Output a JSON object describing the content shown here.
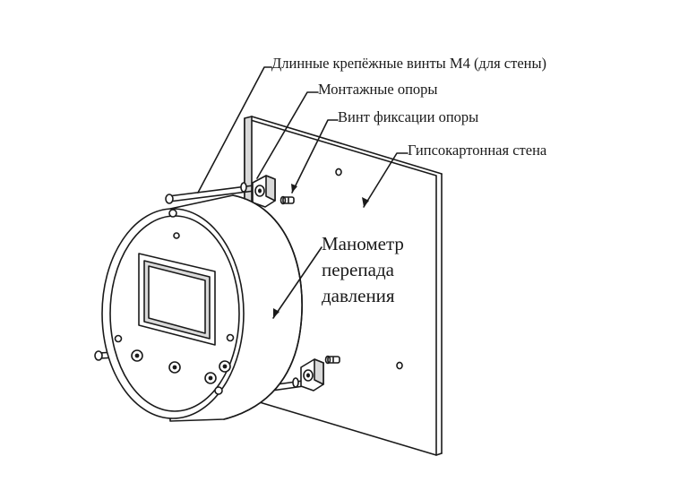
{
  "labels": {
    "long_screws": "Длинные крепёжные винты М4 (для стены)",
    "mount_supports": "Монтажные опоры",
    "fix_screw": "Винт фиксации опоры",
    "wall": "Гипсокартонная стена",
    "device_line1": "Манометр",
    "device_line2": "перепада",
    "device_line3": "давления"
  },
  "colors": {
    "ink": "#1a1a1a",
    "paper": "#ffffff",
    "shade": "#d9d9d9"
  }
}
